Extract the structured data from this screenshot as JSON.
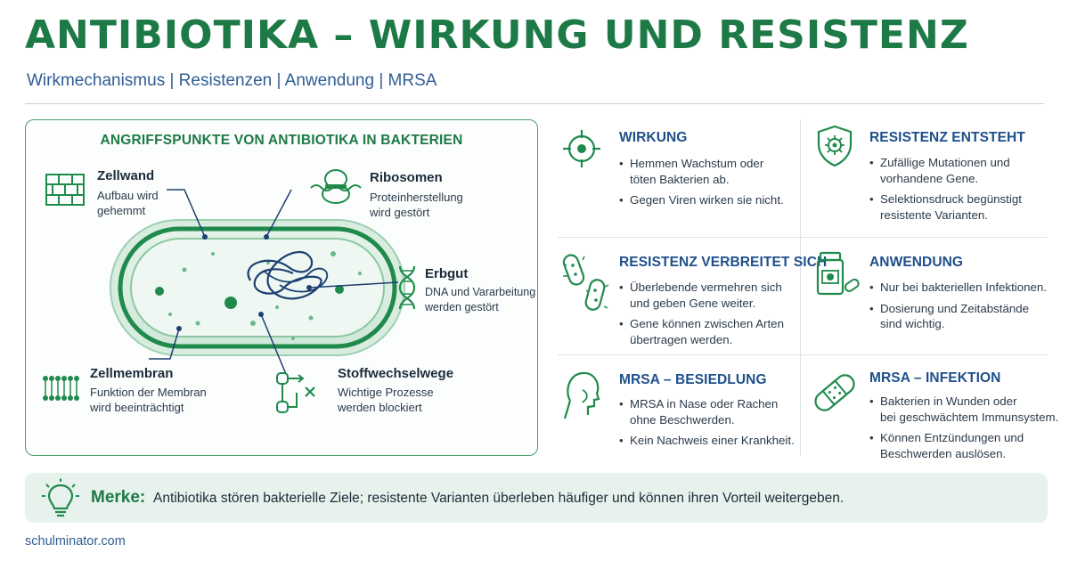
{
  "header": {
    "title": "ANTIBIOTIKA – WIRKUNG UND RESISTENZ",
    "subtitle": "Wirkmechanismus | Resistenzen | Anwendung | MRSA"
  },
  "panel": {
    "title": "ANGRIFFSPUNKTE VON ANTIBIOTIKA IN BAKTERIEN",
    "targets": [
      {
        "heading": "Zellwand",
        "lines": [
          "Aufbau wird",
          "gehemmt"
        ],
        "icon": "brick-wall-icon"
      },
      {
        "heading": "Ribosomen",
        "lines": [
          "Proteinherstellung",
          "wird gestört"
        ],
        "icon": "ribosome-icon"
      },
      {
        "heading": "Erbgut",
        "lines": [
          "DNA und Vararbeitung",
          "werden gestört"
        ],
        "icon": "dna-icon"
      },
      {
        "heading": "Zellmembran",
        "lines": [
          "Funktion der Membran",
          "wird beeinträchtigt"
        ],
        "icon": "membrane-icon"
      },
      {
        "heading": "Stoffwechselwege",
        "lines": [
          "Wichtige Prozesse",
          "werden blockiert"
        ],
        "icon": "pathway-icon"
      }
    ]
  },
  "cards": [
    {
      "title": "WIRKUNG",
      "icon": "target-icon",
      "bullets": [
        [
          "Hemmen Wachstum oder",
          "töten Bakterien ab."
        ],
        [
          "Gegen Viren wirken sie nicht."
        ]
      ]
    },
    {
      "title": "RESISTENZ ENTSTEHT",
      "icon": "shield-bacterium-icon",
      "bullets": [
        [
          "Zufällige Mutationen und",
          "vorhandene Gene."
        ],
        [
          "Selektionsdruck begünstigt",
          "resistente Varianten."
        ]
      ]
    },
    {
      "title": "RESISTENZ VERBREITET SICH",
      "icon": "bacteria-icon",
      "bullets": [
        [
          "Überlebende vermehren sich",
          "und geben Gene weiter."
        ],
        [
          "Gene können zwischen Arten",
          "übertragen werden."
        ]
      ]
    },
    {
      "title": "ANWENDUNG",
      "icon": "pill-bottle-icon",
      "bullets": [
        [
          "Nur bei bakteriellen Infektionen."
        ],
        [
          "Dosierung und Zeitabstände",
          "sind wichtig."
        ]
      ]
    },
    {
      "title": "MRSA – BESIEDLUNG",
      "icon": "person-head-icon",
      "bullets": [
        [
          "MRSA in Nase oder Rachen",
          "ohne Beschwerden."
        ],
        [
          "Kein Nachweis einer Krankheit."
        ]
      ]
    },
    {
      "title": "MRSA – INFEKTION",
      "icon": "bandage-icon",
      "bullets": [
        [
          "Bakterien in Wunden oder",
          "bei geschwächtem Immunsystem."
        ],
        [
          "Können Entzündungen und",
          "Beschwerden auslösen."
        ]
      ]
    }
  ],
  "merke": {
    "label": "Merke:",
    "text": "Antibiotika stören bakterielle Ziele; resistente Varianten überleben häufiger und können ihren Vorteil weitergeben.",
    "icon": "lightbulb-icon"
  },
  "footer": {
    "text": "schulminator.com"
  },
  "colors": {
    "green": "#1d7a46",
    "blue": "#1e4f8a",
    "panel_border": "#4a9d6b",
    "merke_bg": "#e7f2ec"
  }
}
